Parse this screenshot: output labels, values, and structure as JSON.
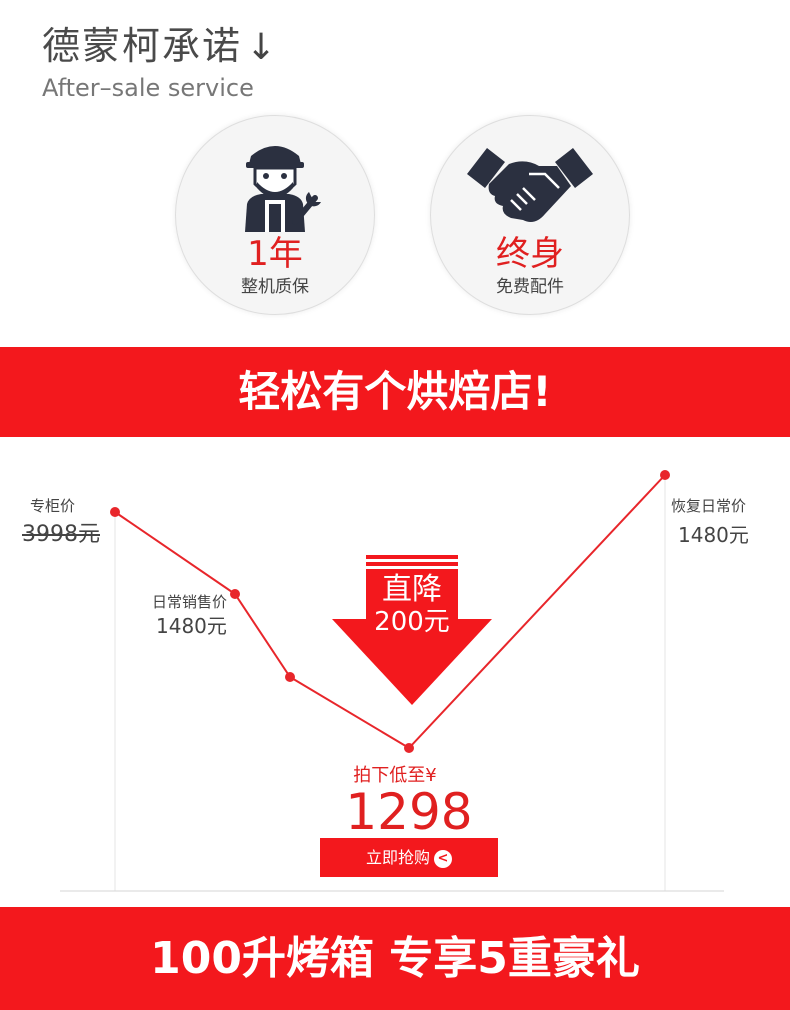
{
  "header": {
    "title": "德蒙柯承诺",
    "arrow": "↓",
    "subtitle": "After–sale service"
  },
  "promises": [
    {
      "icon": "mechanic-icon",
      "big": "1年",
      "small": "整机质保"
    },
    {
      "icon": "handshake-icon",
      "big": "终身",
      "small": "免费配件"
    }
  ],
  "banner_top": "轻松有个烘焙店!",
  "price_chart": {
    "counter_label": "专柜价",
    "counter_price": "3998元",
    "daily_label": "日常销售价",
    "daily_price": "1480元",
    "restore_label": "恢复日常价",
    "restore_price": "1480元",
    "drop_line1": "直降",
    "drop_line2": "200元",
    "lowest_label": "拍下低至¥",
    "lowest_price": "1298",
    "buy_button": "立即抢购",
    "buy_icon": "chevron-left-icon",
    "line_color": "#e8262b"
  },
  "banner_bottom": "100升烤箱 专享5重豪礼",
  "colors": {
    "accent": "#f3181d",
    "text_red": "#e02020"
  }
}
